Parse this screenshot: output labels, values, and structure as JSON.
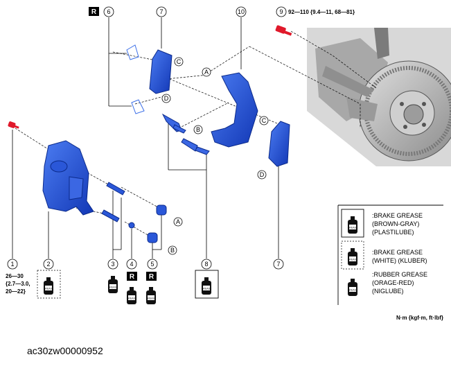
{
  "callouts": {
    "c1": "1",
    "c2": "2",
    "c3": "3",
    "c4": "4",
    "c5": "5",
    "c6": "6",
    "c7a": "7",
    "c7b": "7",
    "c8": "8",
    "c9": "9",
    "c10": "10"
  },
  "marks": {
    "A": "A",
    "B": "B",
    "C": "C",
    "D": "D",
    "R": "R"
  },
  "torque": {
    "bolt9": "92—110 {9.4—11, 68—81}",
    "bolt1_line1": "26—30",
    "bolt1_line2": "{2.7—3.0,",
    "bolt1_line3": "20—22}"
  },
  "legend": {
    "item1_line1": ":BRAKE GREASE",
    "item1_line2": "(BROWN-GRAY)",
    "item1_line3": "(PLASTILUBE)",
    "item2_line1": ":BRAKE GREASE",
    "item2_line2": "(WHITE) (KLUBER)",
    "item3_line1": ":RUBBER GREASE",
    "item3_line2": "(ORAGE-RED)",
    "item3_line3": "(NIGLUBE)"
  },
  "units": "N·m {kgf·m, ft·lbf}",
  "caption": "ac30zw00000952",
  "colors": {
    "part_blue": "#1f4fd6",
    "part_dark": "#0b2a8a",
    "bolt_red": "#e0192b",
    "hub_gray": "#b9b9b9"
  }
}
